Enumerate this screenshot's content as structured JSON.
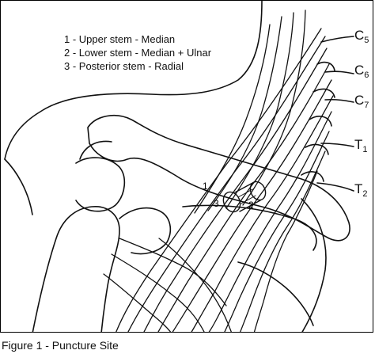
{
  "legend": [
    {
      "text": "1 - Upper stem - Median"
    },
    {
      "text": "2 - Lower stem - Median + Ulnar"
    },
    {
      "text": "3 - Posterior stem - Radial"
    }
  ],
  "root_labels": [
    {
      "letter": "C",
      "sub": "5"
    },
    {
      "letter": "C",
      "sub": "6"
    },
    {
      "letter": "C",
      "sub": "7"
    },
    {
      "letter": "T",
      "sub": "1"
    },
    {
      "letter": "T",
      "sub": "2"
    }
  ],
  "diagram_numbers": [
    "1",
    "3",
    "2"
  ],
  "caption": "Figure 1 - Puncture Site"
}
